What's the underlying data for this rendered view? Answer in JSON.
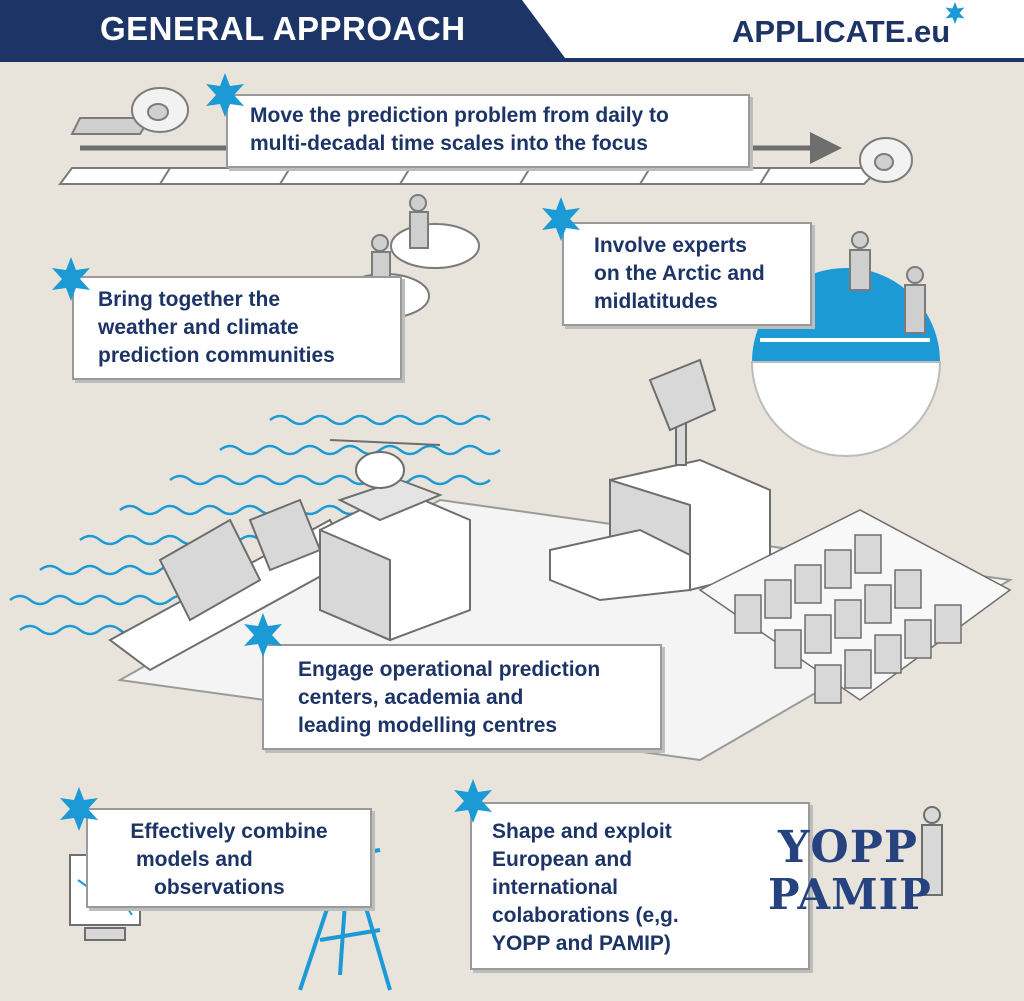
{
  "header": {
    "title": "GENERAL APPROACH",
    "logo": "APPLICATE.eu"
  },
  "colors": {
    "navy": "#1d3467",
    "accent_blue": "#1b9ad6",
    "background": "#e8e4dc"
  },
  "boxes": [
    {
      "lines": [
        "Move the prediction problem from daily to",
        "multi-decadal time scales into the focus"
      ]
    },
    {
      "lines": [
        "Bring together the",
        "weather and climate",
        "prediction communities"
      ]
    },
    {
      "lines": [
        "Involve experts",
        "on the Arctic and",
        "midlatitudes"
      ]
    },
    {
      "lines": [
        "Engage operational prediction",
        "centers, academia and",
        "leading modelling centres"
      ]
    },
    {
      "lines": [
        "Effectively combine",
        "models and",
        "observations"
      ]
    },
    {
      "lines": [
        "Shape and exploit",
        "European and",
        "international",
        "colaborations (e,g.",
        "YOPP and PAMIP)"
      ]
    }
  ],
  "logos": {
    "yopp": "YOPP",
    "pamip": "PAMIP"
  },
  "icons": [
    "star-icon",
    "film-roll-icon",
    "arrow-icon",
    "people-icon",
    "globe-icon",
    "ship-icon",
    "helicopter-icon",
    "building-icon",
    "antenna-icon",
    "server-rack-icon",
    "monitor-icon",
    "weather-mast-icon"
  ]
}
